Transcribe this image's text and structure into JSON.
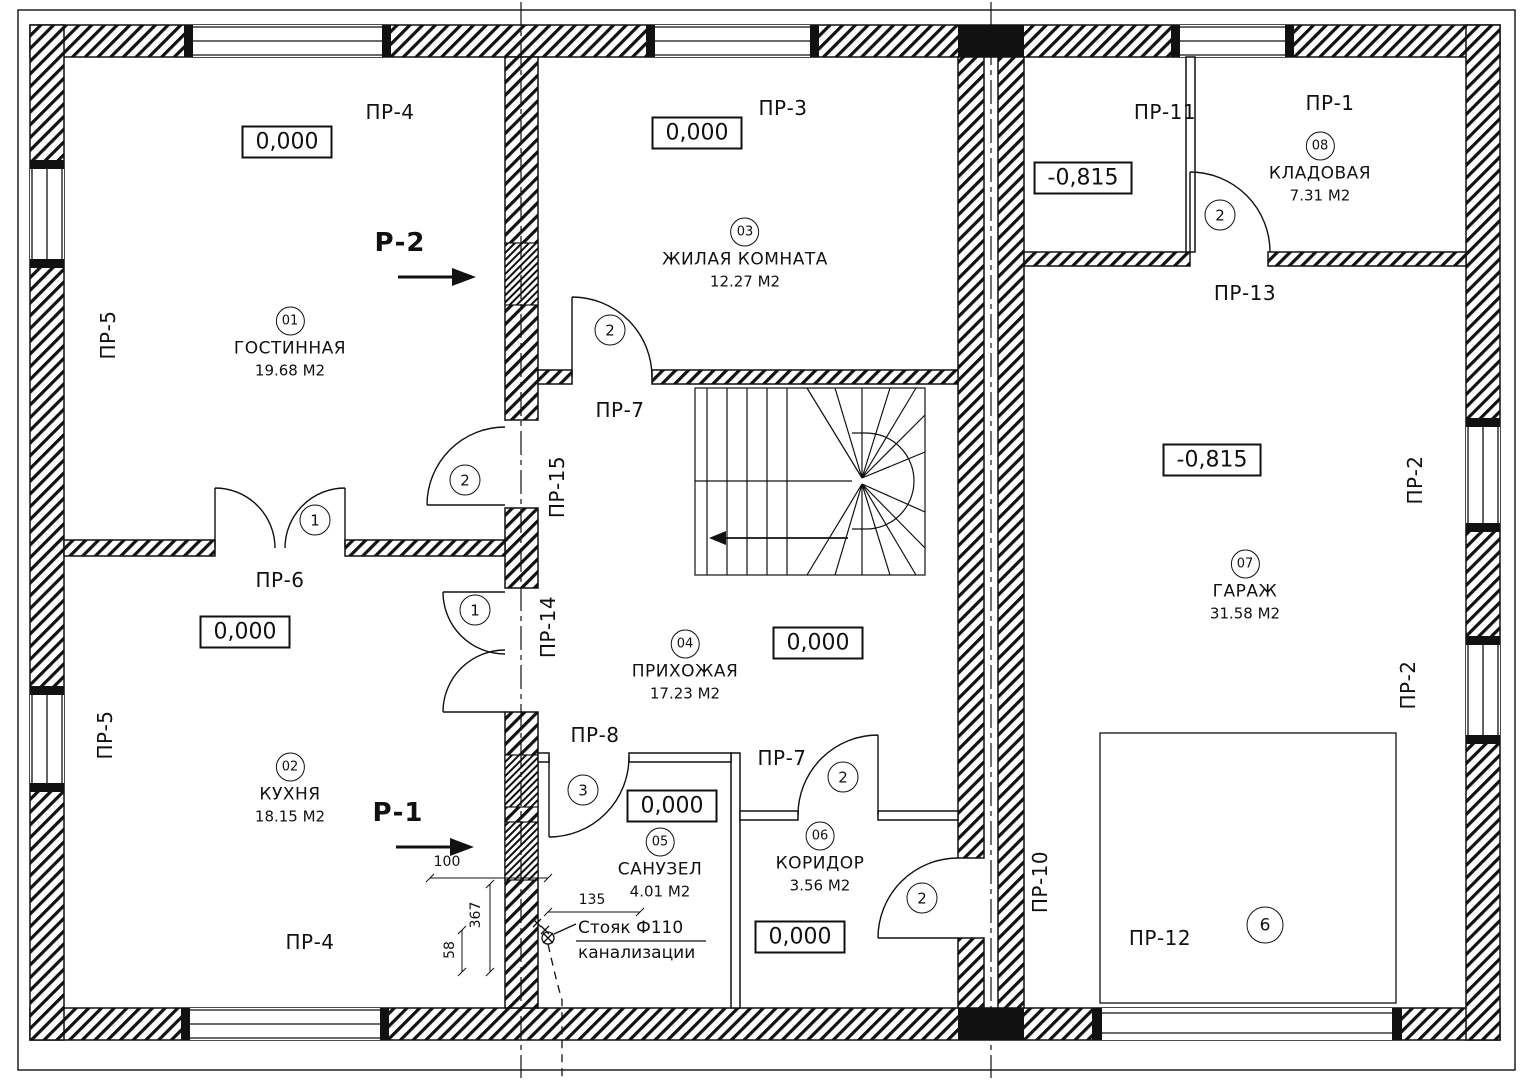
{
  "rooms": [
    {
      "num": "01",
      "name": "ГОСТИННАЯ",
      "area": "19.68 М2"
    },
    {
      "num": "02",
      "name": "КУХНЯ",
      "area": "18.15 М2"
    },
    {
      "num": "03",
      "name": "ЖИЛАЯ КОМНАТА",
      "area": "12.27 М2"
    },
    {
      "num": "04",
      "name": "ПРИХОЖАЯ",
      "area": "17.23 М2"
    },
    {
      "num": "05",
      "name": "САНУЗЕЛ",
      "area": "4.01 М2"
    },
    {
      "num": "06",
      "name": "КОРИДОР",
      "area": "3.56 М2"
    },
    {
      "num": "07",
      "name": "ГАРАЖ",
      "area": "31.58 М2"
    },
    {
      "num": "08",
      "name": "КЛАДОВАЯ",
      "area": "7.31 М2"
    }
  ],
  "elevations": {
    "zero": "0,000",
    "minus": "-0,815"
  },
  "partitions": {
    "pr1": "ПР-1",
    "pr2": "ПР-2",
    "pr3": "ПР-3",
    "pr4": "ПР-4",
    "pr5": "ПР-5",
    "pr6": "ПР-6",
    "pr7": "ПР-7",
    "pr8": "ПР-8",
    "pr10": "ПР-10",
    "pr11": "ПР-11",
    "pr12": "ПР-12",
    "pr13": "ПР-13",
    "pr14": "ПР-14",
    "pr15": "ПР-15"
  },
  "sections": {
    "r1": "Р-1",
    "r2": "Р-2"
  },
  "door_tags": {
    "t1": "1",
    "t2": "2",
    "t3": "3",
    "t6": "6"
  },
  "dimensions": {
    "d100": "100",
    "d135": "135",
    "d367": "367",
    "d58": "58"
  },
  "notes": {
    "riser1": "Стояк Ф110",
    "riser2": "канализации"
  }
}
